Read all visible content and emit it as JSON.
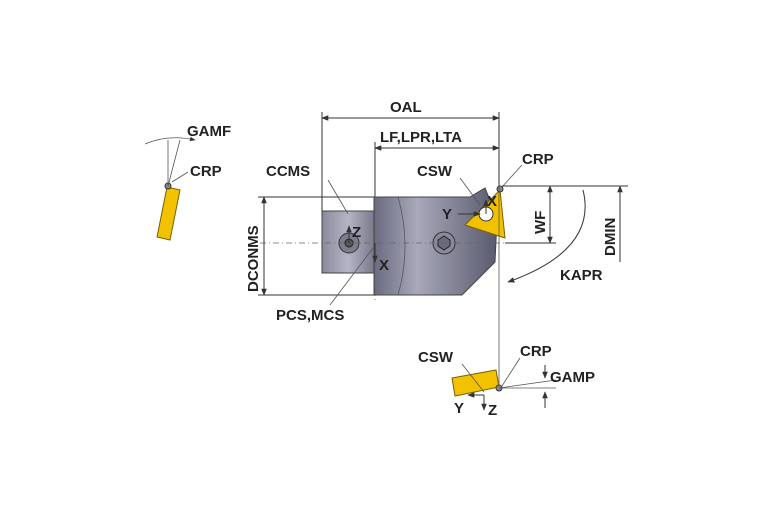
{
  "labels": {
    "oal": "OAL",
    "lf_lpr_lta": "LF,LPR,LTA",
    "csw_top": "CSW",
    "crp_top": "CRP",
    "ccms": "CCMS",
    "dconms": "DCONMS",
    "wf": "WF",
    "dmin": "DMIN",
    "kapr": "KAPR",
    "pcs_mcs": "PCS,MCS",
    "gamf": "GAMF",
    "crp_left": "CRP",
    "csw_bottom": "CSW",
    "crp_bottom": "CRP",
    "gamp": "GAMP"
  },
  "axes": {
    "z_holder": "Z",
    "x_holder": "X",
    "y_insert": "Y",
    "x_insert": "X",
    "y_bottom": "Y",
    "z_bottom": "Z"
  },
  "colors": {
    "body_dark": "#55556a",
    "body_light": "#9a9aae",
    "insert": "#f2c200",
    "outline": "#333333"
  }
}
